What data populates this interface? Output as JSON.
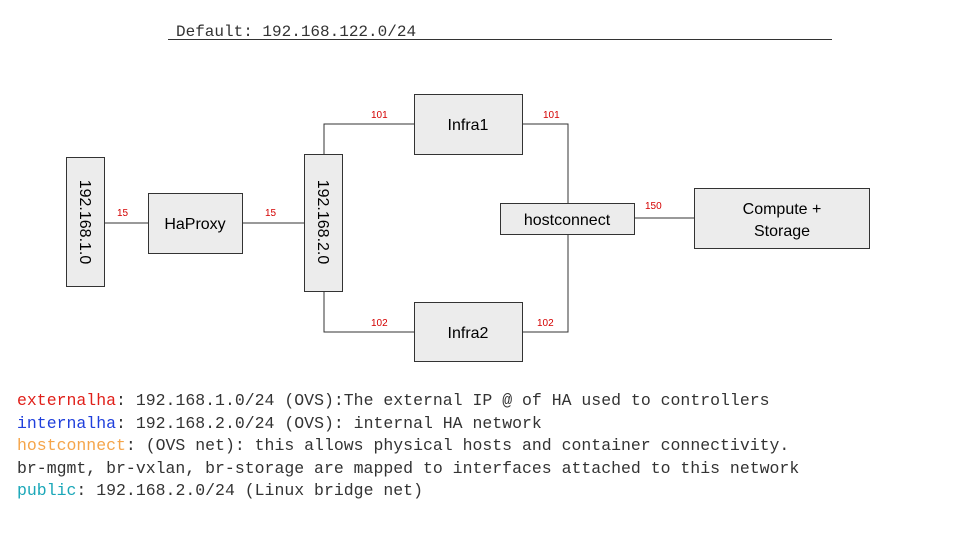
{
  "header": {
    "title": "Default: 192.168.122.0/24"
  },
  "diagram": {
    "nodes": {
      "net1": "192.168.1.0",
      "haproxy": "HaProxy",
      "net2": "192.168.2.0",
      "infra1": "Infra1",
      "infra2": "Infra2",
      "hostconnect": "hostconnect",
      "compute_line1": "Compute +",
      "compute_line2": "Storage"
    },
    "links": {
      "net1_haproxy": "15",
      "haproxy_net2": "15",
      "net2_infra1": "101",
      "infra1_hostconnect": "101",
      "net2_infra2": "102",
      "infra2_hostconnect": "102",
      "hostconnect_compute": "150"
    },
    "colors": {
      "port_label": "#d40000",
      "box_fill": "#ececec",
      "border": "#333333"
    }
  },
  "legend": {
    "externalha": {
      "name": "externalha",
      "color": "#e0201a",
      "text": ": 192.168.1.0/24 (OVS):The external IP @ of HA used to controllers"
    },
    "internalha": {
      "name": "internalha",
      "color": "#1f3fdc",
      "text": ": 192.168.2.0/24 (OVS): internal HA network"
    },
    "hostconnect": {
      "name": "hostconnect",
      "color": "#f5a54a",
      "text": ": (OVS net): this allows physical hosts and container connectivity."
    },
    "hostconnect_detail": "br-mgmt, br-vxlan, br-storage are mapped to interfaces attached to this network",
    "public": {
      "name": "public",
      "color": "#1aa7b8",
      "text": ": 192.168.2.0/24 (Linux bridge net)"
    }
  }
}
